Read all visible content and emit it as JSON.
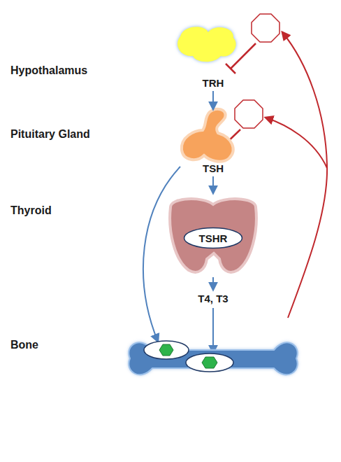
{
  "diagram": {
    "nodes": [
      {
        "text": [
          "TSHR"
        ]
      }
    ],
    "labels": [
      "Hypothalamus",
      "Pituitary Gland",
      "Thyroid",
      "Bone",
      "TRH",
      "TSH",
      "T4, T3"
    ]
  }
}
